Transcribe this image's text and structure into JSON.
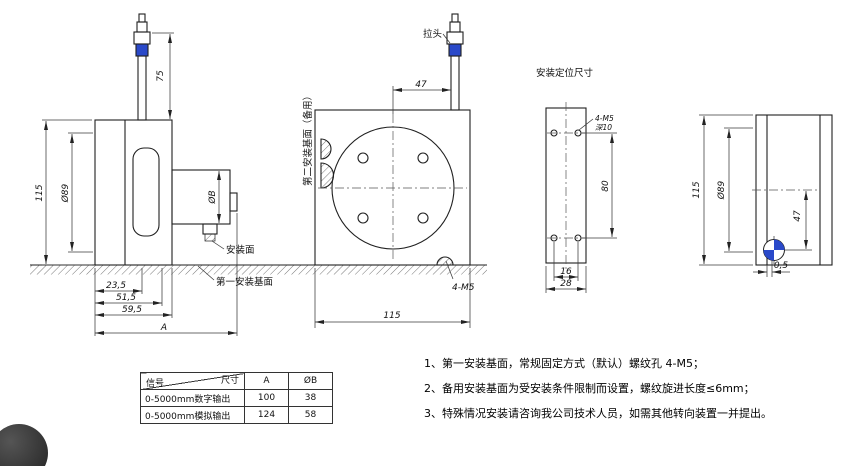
{
  "colors": {
    "line": "#1f1f1f",
    "accent_blue": "#2a49c9"
  },
  "side_view": {
    "dim_rod_length": "75",
    "dim_body_height": "115",
    "dim_body_diameter": "Ø89",
    "dim_shaft_diameter": "ØB",
    "label_mount_face": "安装面",
    "label_first_base": "第一安装基面",
    "dim_offset_1": "23,5",
    "dim_offset_2": "51,5",
    "dim_offset_3": "59,5",
    "dim_total_length": "A"
  },
  "front_view": {
    "label_pull_head": "拉头",
    "dim_wire_offset": "47",
    "label_second_base": "第二安装基面（备用）",
    "label_screw_holes": "4-M5",
    "dim_body_width": "115"
  },
  "install_view": {
    "title": "安装定位尺寸",
    "label_screw_holes": "4-M5",
    "label_thread_depth": "深10",
    "dim_hole_pitch_v": "80",
    "dim_hole_pitch_h": "16",
    "dim_plate_width": "28"
  },
  "end_view": {
    "dim_body_height": "115",
    "dim_body_diameter": "Ø89",
    "dim_wire_offset": "47",
    "dim_gap": "0,5"
  },
  "table": {
    "header_signal": "信号",
    "header_size": "尺寸",
    "header_col_a": "A",
    "header_col_b": "ØB",
    "rows": [
      {
        "signal": "0-5000mm数字输出",
        "a": "100",
        "b": "38"
      },
      {
        "signal": "0-5000mm模拟输出",
        "a": "124",
        "b": "58"
      }
    ]
  },
  "notes": {
    "line1": "1、第一安装基面，常规固定方式（默认）螺纹孔 4-M5；",
    "line2": "2、备用安装基面为受安装条件限制而设置，螺纹旋进长度≤6mm；",
    "line3": "3、特殊情况安装请咨询我公司技术人员，如需其他转向装置一并提出。"
  }
}
